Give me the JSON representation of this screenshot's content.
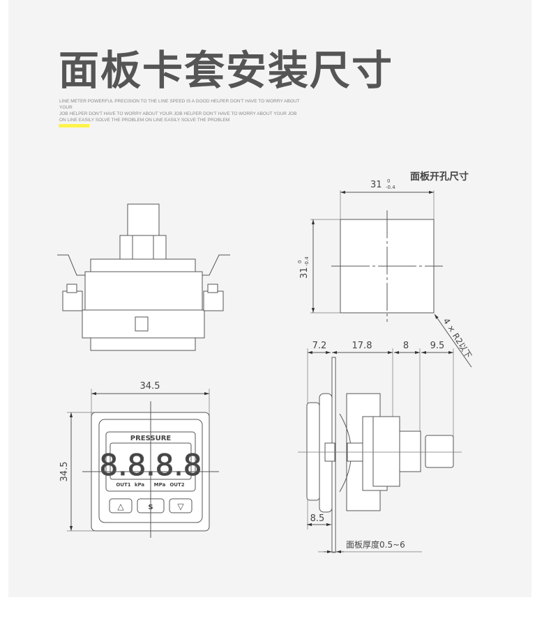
{
  "header": {
    "title": "面板卡套安装尺寸",
    "subtitle_lines": [
      "LINE METER POWERFUL PRECISION TO THE LINE SPEED IS A GOOD  HELPER DON'T HAVE TO WORRY ABOUT YOUR",
      "JOB  HELPER DON'T HAVE TO WORRY ABOUT YOUR JOB  HELPER DON'T HAVE TO WORRY ABOUT YOUR JOB",
      "ON LINE EASILY SOLVE THE PROBLEM ON LINE EASILY SOLVE THE PROBLEM"
    ],
    "accent_color": "#fdf44a"
  },
  "cutout": {
    "title": "面板开孔尺寸",
    "width_nominal": "31",
    "width_tol_upper": "0",
    "width_tol_lower": "-0.4",
    "height_nominal": "31",
    "height_tol_upper": "0",
    "height_tol_lower": "-0.4",
    "corner_note": "4 × R2以下"
  },
  "front_view": {
    "width": "34.5",
    "height": "34.5",
    "display_label": "PRESSURE",
    "digits": "8.8.8.8",
    "indicators": [
      "OUT1",
      "kPa",
      "MPa",
      "OUT2"
    ],
    "buttons": [
      "△",
      "S",
      "▽"
    ]
  },
  "side_view": {
    "dims": [
      "7.2",
      "17.8",
      "8",
      "9.5"
    ],
    "front_depth": "8.5",
    "panel_thickness": "面板厚度0.5~6"
  }
}
